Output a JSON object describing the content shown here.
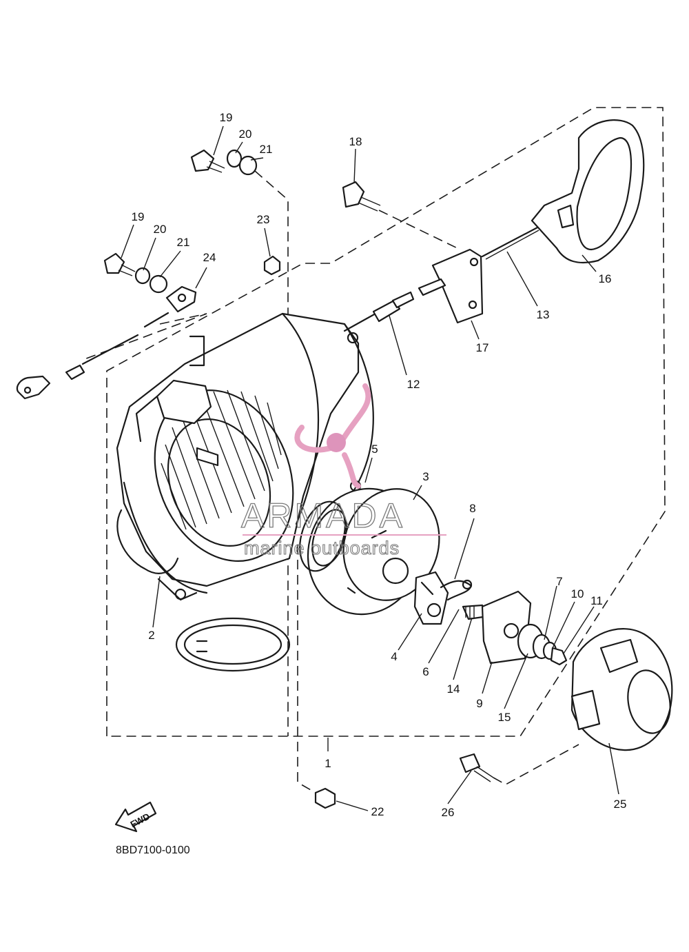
{
  "diagram_code": "8BD7100-0100",
  "fwd_label": "FWD",
  "watermark": {
    "brand": "ARMADA",
    "tagline": "marine outboards"
  },
  "colors": {
    "line": "#1a1a1a",
    "logo_pink": "#e6a1c1",
    "logo_pink_fill": "#de94bb"
  },
  "callouts": [
    {
      "id": "c1",
      "text": "1"
    },
    {
      "id": "c2",
      "text": "2"
    },
    {
      "id": "c3",
      "text": "3"
    },
    {
      "id": "c4",
      "text": "4"
    },
    {
      "id": "c5",
      "text": "5"
    },
    {
      "id": "c6",
      "text": "6"
    },
    {
      "id": "c7",
      "text": "7"
    },
    {
      "id": "c8",
      "text": "8"
    },
    {
      "id": "c9",
      "text": "9"
    },
    {
      "id": "c10",
      "text": "10"
    },
    {
      "id": "c11",
      "text": "11"
    },
    {
      "id": "c12",
      "text": "12"
    },
    {
      "id": "c13",
      "text": "13"
    },
    {
      "id": "c14",
      "text": "14"
    },
    {
      "id": "c15",
      "text": "15"
    },
    {
      "id": "c16",
      "text": "16"
    },
    {
      "id": "c17",
      "text": "17"
    },
    {
      "id": "c18",
      "text": "18"
    },
    {
      "id": "c19a",
      "text": "19"
    },
    {
      "id": "c20a",
      "text": "20"
    },
    {
      "id": "c21a",
      "text": "21"
    },
    {
      "id": "c19b",
      "text": "19"
    },
    {
      "id": "c20b",
      "text": "20"
    },
    {
      "id": "c21b",
      "text": "21"
    },
    {
      "id": "c22",
      "text": "22"
    },
    {
      "id": "c23",
      "text": "23"
    },
    {
      "id": "c24",
      "text": "24"
    },
    {
      "id": "c25",
      "text": "25"
    },
    {
      "id": "c26",
      "text": "26"
    }
  ]
}
